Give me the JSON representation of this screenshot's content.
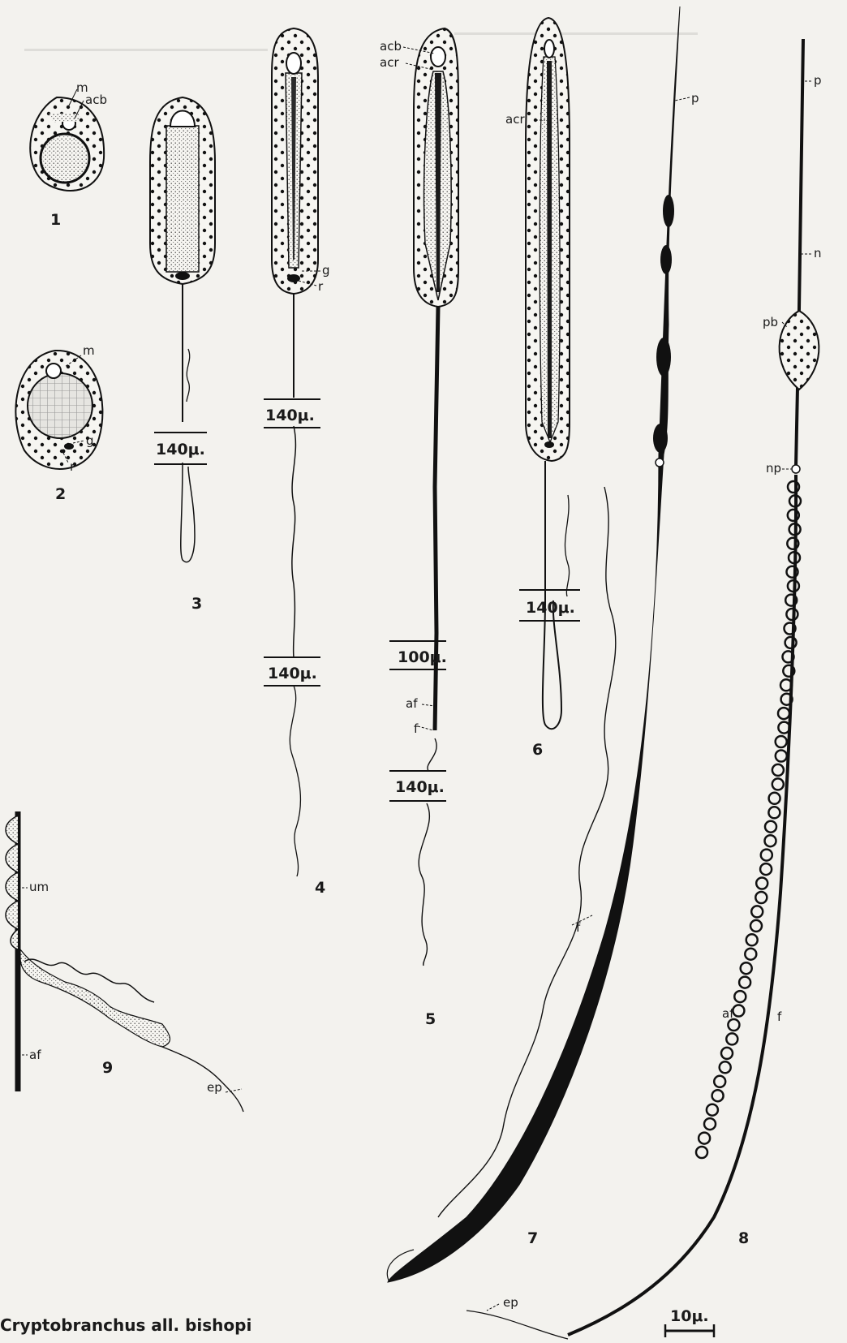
{
  "caption": "Cryptobranchus all. bishopi",
  "figures": [
    {
      "number": "1",
      "labels": [
        "m",
        "acb"
      ]
    },
    {
      "number": "2",
      "labels": [
        "m",
        "g",
        "r"
      ]
    },
    {
      "number": "3",
      "labels": [
        "140μ."
      ]
    },
    {
      "number": "4",
      "labels": [
        "g",
        "r",
        "140μ.",
        "140μ."
      ]
    },
    {
      "number": "5",
      "labels": [
        "acb",
        "acr",
        "100μ.",
        "af",
        "f",
        "140μ."
      ]
    },
    {
      "number": "6",
      "labels": [
        "acr",
        "140μ."
      ]
    },
    {
      "number": "7",
      "labels": [
        "p",
        "f",
        "ep"
      ]
    },
    {
      "number": "8",
      "labels": [
        "p",
        "n",
        "pb",
        "np",
        "af",
        "f"
      ]
    },
    {
      "number": "9",
      "labels": [
        "um",
        "af",
        "ep"
      ]
    }
  ],
  "scale_bar": "10μ.",
  "colors": {
    "ink": "#1a1a1a",
    "paper": "#f3f2ee",
    "ghost_text": "#c9c8c3"
  }
}
